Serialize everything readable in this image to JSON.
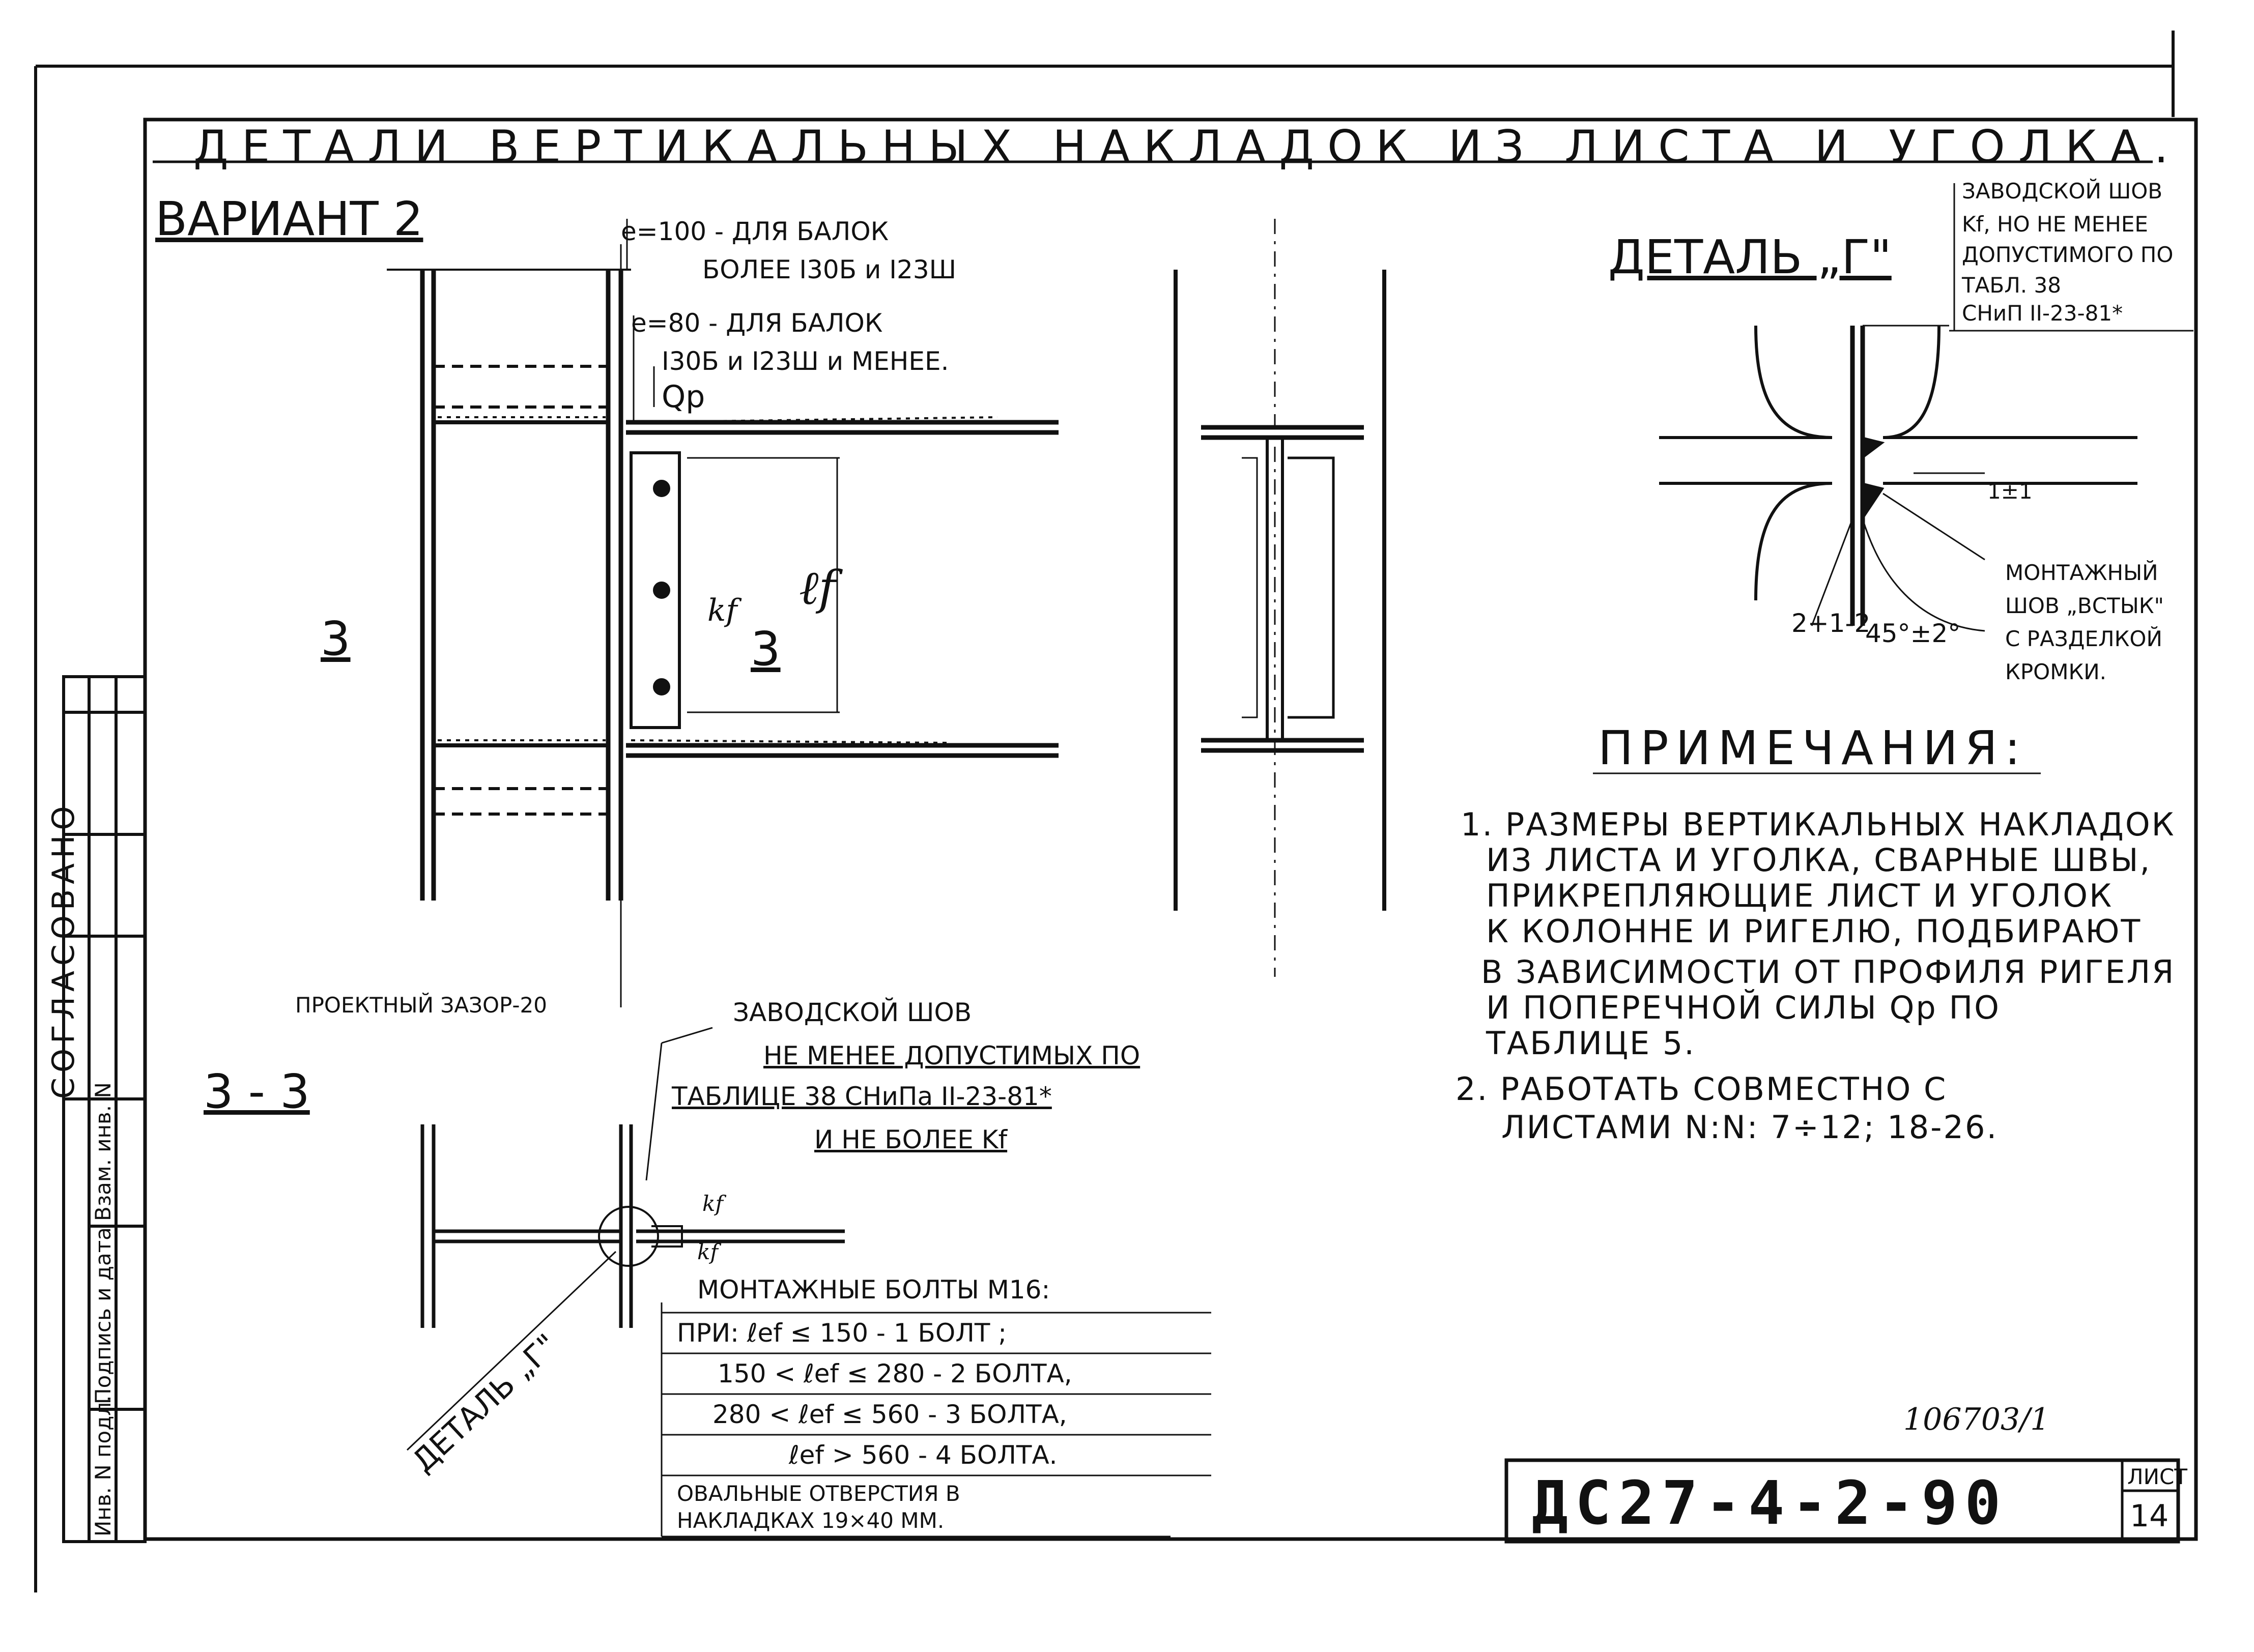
{
  "title": "ДЕТАЛИ ВЕРТИКАЛЬНЫХ НАКЛАДОК ИЗ ЛИСТА И УГОЛКА.",
  "variant": "ВАРИАНТ 2",
  "dims": {
    "e100": "e=100 - ДЛЯ БАЛОК",
    "e100b": "БОЛЕЕ I30Б и I23Ш",
    "e80": "e=80 - ДЛЯ БАЛОК",
    "e80b": "I30Б и I23Ш и МЕНЕЕ.",
    "qp": "Qp",
    "kf": "kf",
    "lf": "ℓf",
    "sec_left": "3",
    "sec_mid": "3"
  },
  "detail_g": {
    "title": "ДЕТАЛЬ „Г\"",
    "factory_weld": [
      "ЗАВОДСКОЙ ШОВ",
      "Kf, НО НЕ МЕНЕЕ",
      "ДОПУСТИМОГО ПО",
      "ТАБЛ. 38",
      "СНиП II-23-81*"
    ],
    "gap": "1±1",
    "dim_left": "2+1-2",
    "angle": "45°±2°",
    "mount_weld": [
      "МОНТАЖНЫЙ",
      "ШОВ „ВСТЫК\"",
      "С РАЗДЕЛКОЙ",
      "КРОМКИ."
    ]
  },
  "notes": {
    "title": "ПРИМЕЧАНИЯ:",
    "lines": [
      "1. РАЗМЕРЫ ВЕРТИКАЛЬНЫХ НАКЛАДОК",
      "ИЗ ЛИСТА И УГОЛКА, СВАРНЫЕ ШВЫ,",
      "ПРИКРЕПЛЯЮЩИЕ ЛИСТ И УГОЛОК",
      "К КОЛОННЕ И РИГЕЛЮ, ПОДБИРАЮТ",
      "В ЗАВИСИМОСТИ ОТ ПРОФИЛЯ РИГЕЛЯ",
      "И ПОПЕРЕЧНОЙ СИЛЫ Qp ПО",
      "ТАБЛИЦЕ 5.",
      "2. РАБОТАТЬ СОВМЕСТНО С",
      "ЛИСТАМИ N:N: 7÷12; 18-26."
    ]
  },
  "section33": {
    "label": "3 - 3",
    "gap": "ПРОЕКТНЫЙ ЗАЗОР-20",
    "factory_weld": [
      "ЗАВОДСКОЙ ШОВ",
      "НЕ МЕНЕЕ ДОПУСТИМЫХ ПО",
      "ТАБЛИЦЕ 38 СНиПа II-23-81*",
      "И НЕ БОЛЕЕ Kf"
    ],
    "kf1": "kf",
    "kf2": "kf",
    "detail_ref": "ДЕТАЛЬ „Г\""
  },
  "bolts": {
    "title": "МОНТАЖНЫЕ БОЛТЫ М16:",
    "rows": [
      "ПРИ: ℓef ≤ 150 - 1 БОЛТ ;",
      "150 < ℓef ≤ 280 - 2 БОЛТА,",
      "280 < ℓef ≤ 560 - 3 БОЛТА,",
      "ℓef > 560 - 4 БОЛТА."
    ],
    "footer": [
      "ОВАЛЬНЫЕ ОТВЕРСТИЯ В",
      "НАКЛАДКАХ 19×40 ММ."
    ]
  },
  "stamp": {
    "handwritten": "106703/1",
    "code": "ДС27-4-2-90",
    "sheet_label": "ЛИСТ",
    "sheet_no": "14"
  },
  "side": {
    "agreed": "СОГЛАСОВАНО",
    "inv": "Инв. N подл.",
    "sign": "Подпись и дата",
    "swap": "Взам. инв. N"
  }
}
